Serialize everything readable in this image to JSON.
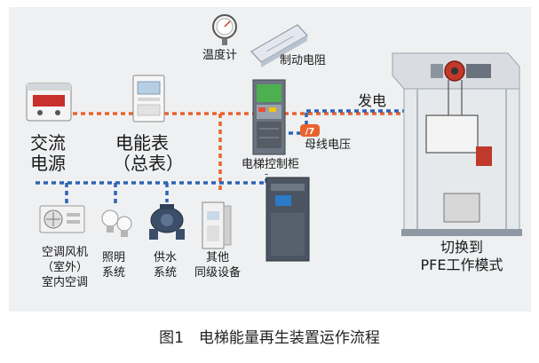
{
  "labels": {
    "ac_power_l1": "交流",
    "ac_power_l2": "电源",
    "meter_l1": "电能表",
    "meter_l2": "（总表）",
    "thermometer": "温度计",
    "brake_resistor": "制动电阻",
    "controller": "电梯控制柜",
    "bus_voltage": "母线电压",
    "generate": "发电",
    "switch_l1": "切换到",
    "switch_l2": "PFE工作模式",
    "ac_l1": "空调风机",
    "ac_l2": "（室外）",
    "ac_l3": "室内空调",
    "lighting_l1": "照明",
    "lighting_l2": "系统",
    "water_l1": "供水",
    "water_l2": "系统",
    "other_l1": "其他",
    "other_l2": "同级设备"
  },
  "caption": "图1　电梯能量再生装置运作流程",
  "colors": {
    "orange_line": "#e8632c",
    "blue_line": "#2e63b4",
    "panel_bg": "#eef0f2"
  }
}
